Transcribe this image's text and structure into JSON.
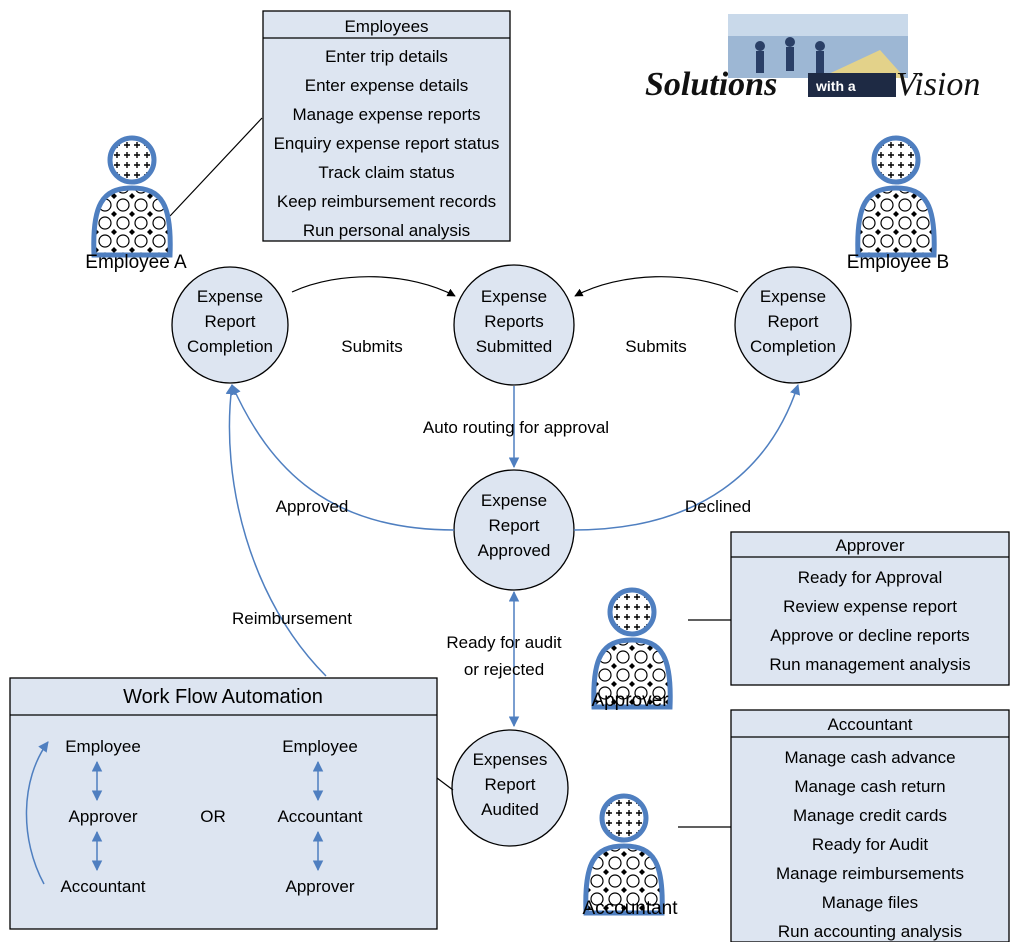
{
  "logo": {
    "part1": "Solutions",
    "part2": "with a",
    "part3": "Vision"
  },
  "employees_box": {
    "title": "Employees",
    "items": [
      "Enter trip details",
      "Enter expense details",
      "Manage expense reports",
      "Enquiry expense report status",
      "Track claim status",
      "Keep reimbursement records",
      "Run personal analysis"
    ]
  },
  "approver_box": {
    "title": "Approver",
    "items": [
      "Ready for Approval",
      "Review expense report",
      "Approve or decline reports",
      "Run management analysis"
    ]
  },
  "accountant_box": {
    "title": "Accountant",
    "items": [
      "Manage cash advance",
      "Manage cash return",
      "Manage credit cards",
      "Ready for Audit",
      "Manage reimbursements",
      "Manage files",
      "Run accounting analysis"
    ]
  },
  "actors": {
    "employee_a": "Employee A",
    "employee_b": "Employee B",
    "approver": "Approver",
    "accountant": "Accountant"
  },
  "nodes": {
    "completion_a": [
      "Expense",
      "Report",
      "Completion"
    ],
    "submitted": [
      "Expense",
      "Reports",
      "Submitted"
    ],
    "completion_b": [
      "Expense",
      "Report",
      "Completion"
    ],
    "approved": [
      "Expense",
      "Report",
      "Approved"
    ],
    "audited": [
      "Expenses",
      "Report",
      "Audited"
    ]
  },
  "edge_labels": {
    "submits_a": "Submits",
    "submits_b": "Submits",
    "auto_routing": "Auto routing for approval",
    "approved": "Approved",
    "declined": "Declined",
    "reimbursement": "Reimbursement",
    "audit_1": "Ready for audit",
    "audit_2": "or rejected"
  },
  "workflow": {
    "title": "Work Flow Automation",
    "left": [
      "Employee",
      "Approver",
      "Accountant"
    ],
    "or": "OR",
    "right": [
      "Employee",
      "Accountant",
      "Approver"
    ]
  },
  "colors": {
    "fill": "#dde5f1",
    "accent": "#4f7fc0"
  }
}
